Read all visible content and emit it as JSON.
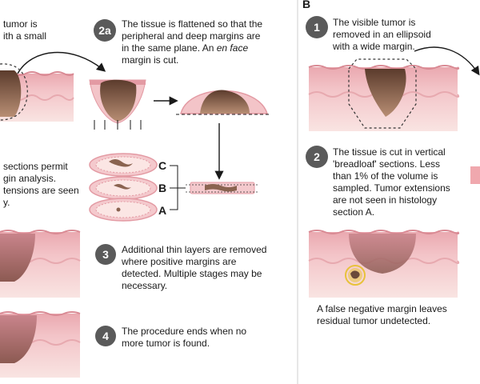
{
  "panel_b_label": "B",
  "left": {
    "step1_lines": [
      "tumor is",
      "ith a small"
    ],
    "step2a": {
      "badge": "2a",
      "lines": [
        "The tissue is flattened so that the",
        "peripheral and deep margins are",
        "in the same plane. An "
      ],
      "line4_italic": "en face",
      "line4_rest": "margin is cut."
    },
    "step2b_lines": [
      "sections permit",
      "gin analysis.",
      "tensions are seen",
      "y."
    ],
    "layers": [
      "C",
      "B",
      "A"
    ],
    "step3": {
      "badge": "3",
      "lines": [
        "Additional thin layers are removed",
        "where positive margins are",
        "detected. Multiple stages may be",
        "necessary."
      ]
    },
    "step4": {
      "badge": "4",
      "lines": [
        "The procedure ends when no",
        "more tumor is found."
      ]
    }
  },
  "right": {
    "step1": {
      "badge": "1",
      "lines": [
        "The visible tumor is",
        "removed in an ellipsoid",
        "with a wide margin."
      ]
    },
    "step2": {
      "badge": "2",
      "lines": [
        "The tissue is cut in vertical",
        "'breadloaf' sections. Less",
        "than 1% of the volume is",
        "sampled. Tumor extensions",
        "are not seen in histology",
        "section A."
      ]
    },
    "caption_lines": [
      "A false negative margin leaves",
      "residual tumor undetected."
    ]
  },
  "colors": {
    "skin_top": "#e39aa3",
    "skin_mid": "#f4c9cd",
    "dermis": "#f7dedd",
    "tumor": "#6b4a3a",
    "badge": "#5a5a5a",
    "yellow": "#e8c23a"
  }
}
